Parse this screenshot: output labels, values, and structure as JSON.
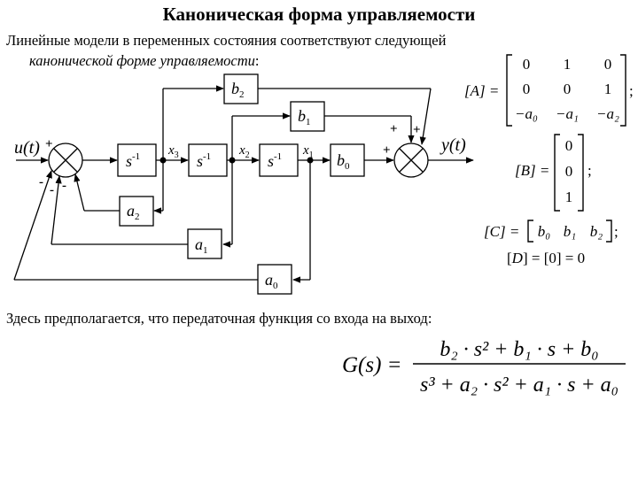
{
  "title": "Каноническая форма управляемости",
  "intro": {
    "line1": "Линейные модели в переменных состояния соответствуют следующей",
    "line2_italic": "канонической форме управляемости",
    "line2_colon": ":"
  },
  "assumption": "Здесь предполагается, что передаточная функция со входа на выход:",
  "diagram": {
    "input_label": "u(t)",
    "output_label": "y(t)",
    "integrator": "s",
    "integrator_exp": "-1",
    "states": {
      "x1": "x",
      "x1_sub": "1",
      "x2": "x",
      "x2_sub": "2",
      "x3": "x",
      "x3_sub": "3"
    },
    "gains": {
      "b2": "b",
      "b2_sub": "2",
      "b1": "b",
      "b1_sub": "1",
      "b0": "b",
      "b0_sub": "0",
      "a2": "a",
      "a2_sub": "2",
      "a1": "a",
      "a1_sub": "1",
      "a0": "a",
      "a0_sub": "0"
    },
    "signs": {
      "plus": "+",
      "minus": "-"
    }
  },
  "matrices": {
    "A": {
      "name": "A",
      "rows": [
        [
          "0",
          "1",
          "0"
        ],
        [
          "0",
          "0",
          "1"
        ],
        [
          "−a₀",
          "−a₁",
          "−a₂"
        ]
      ]
    },
    "B": {
      "name": "B",
      "rows": [
        "0",
        "0",
        "1"
      ]
    },
    "C": {
      "name": "C",
      "row": [
        "b₀",
        "b₁",
        "b₂"
      ]
    },
    "D": {
      "name": "D",
      "value": "[0] = 0"
    }
  },
  "transfer": {
    "lhs": "G(s) =",
    "numerator": "b₂ · s² + b₁ · s + b₀",
    "denominator": "s³ + a₂ · s² + a₁ · s + a₀"
  }
}
